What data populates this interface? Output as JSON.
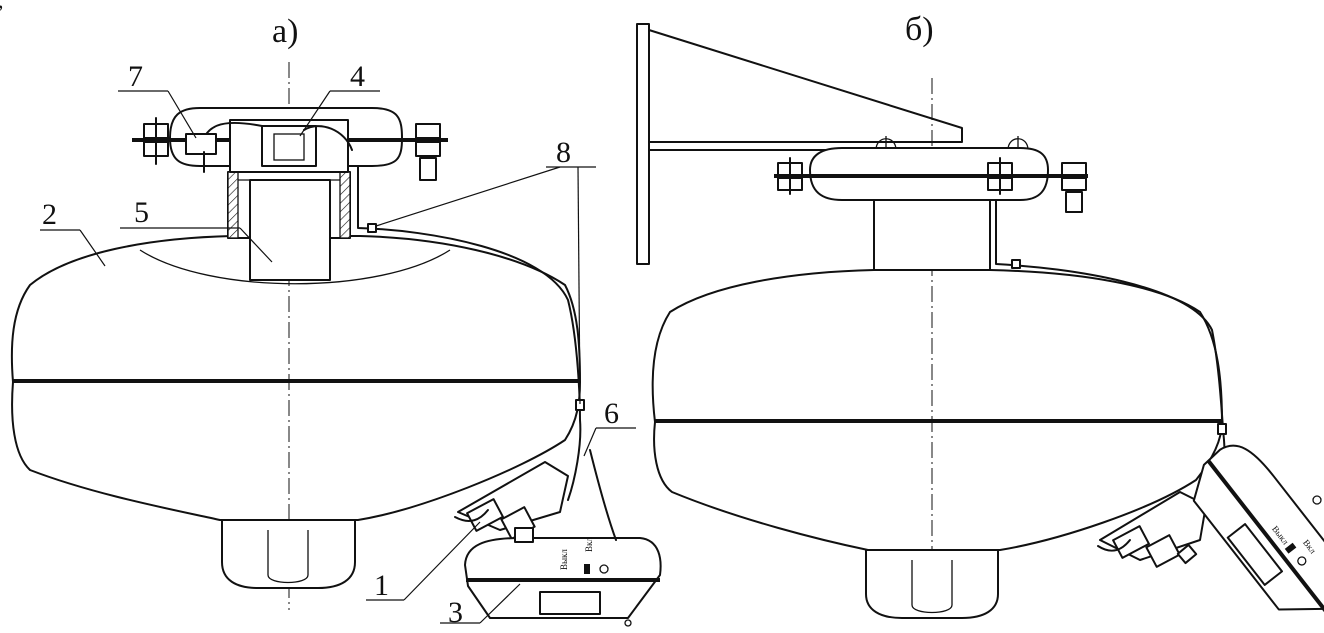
{
  "views": {
    "a": {
      "label": "а)"
    },
    "b": {
      "label": "б)"
    }
  },
  "callouts": {
    "c1": "1",
    "c2": "2",
    "c3": "3",
    "c4": "4",
    "c5": "5",
    "c6": "6",
    "c7": "7",
    "c8": "8"
  },
  "switch_labels": {
    "on": "Вкл",
    "off": "Выкл"
  }
}
